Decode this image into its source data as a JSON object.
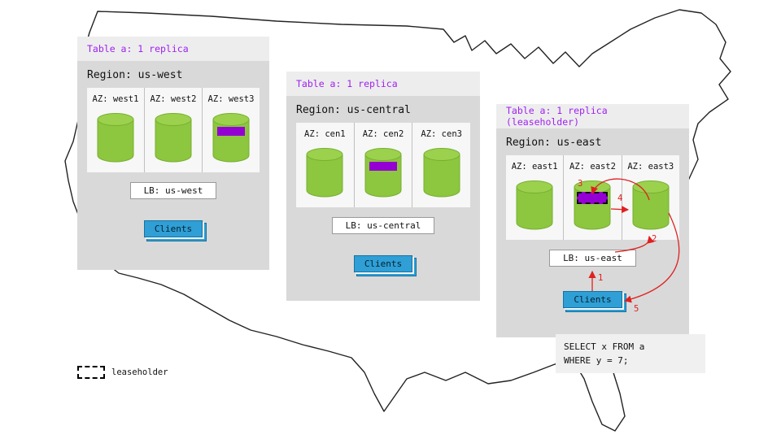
{
  "panels": [
    {
      "header": "Table a: 1 replica",
      "region": "Region: us-west",
      "azs": [
        {
          "label": "AZ: west1"
        },
        {
          "label": "AZ: west2"
        },
        {
          "label": "AZ: west3"
        }
      ],
      "lb": "LB: us-west",
      "clients": "Clients"
    },
    {
      "header": "Table a: 1 replica",
      "region": "Region: us-central",
      "azs": [
        {
          "label": "AZ: cen1"
        },
        {
          "label": "AZ: cen2"
        },
        {
          "label": "AZ: cen3"
        }
      ],
      "lb": "LB: us-central",
      "clients": "Clients"
    },
    {
      "header": "Table a: 1 replica (leaseholder)",
      "region": "Region: us-east",
      "azs": [
        {
          "label": "AZ: east1"
        },
        {
          "label": "AZ: east2"
        },
        {
          "label": "AZ: east3"
        }
      ],
      "lb": "LB: us-east",
      "clients": "Clients"
    }
  ],
  "flow_steps": {
    "s1": "1",
    "s2": "2",
    "s3": "3",
    "s4": "4",
    "s5": "5"
  },
  "query": {
    "line1": "SELECT x FROM a",
    "line2": "WHERE y = 7;"
  },
  "legend": {
    "label": "leaseholder"
  },
  "colors": {
    "replica_green": "#8dc63f",
    "range_purple": "#9400d3",
    "accent_purple": "#a020f0",
    "client_blue": "#2f9fd6",
    "arrow_red": "#e02020"
  }
}
